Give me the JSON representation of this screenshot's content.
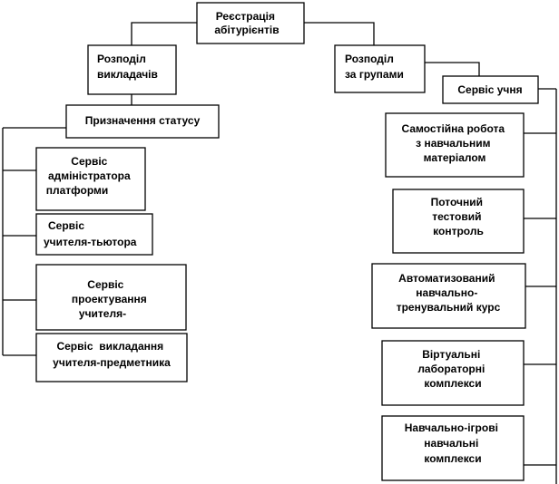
{
  "nodes": {
    "registration": [
      "Реєстрація",
      "абітурієнтів"
    ],
    "teacher_distribution": [
      "Розподіл",
      "викладачів"
    ],
    "group_distribution": [
      "Розподіл",
      "за групами"
    ],
    "student_service": [
      "Сервіс учня"
    ],
    "status_assignment": [
      "Призначення статусу"
    ],
    "admin_service": [
      "Сервіс",
      "адміністратора",
      "платформи"
    ],
    "tutor_service": [
      "Сервіс",
      "учителя-тьютора"
    ],
    "design_service": [
      "Сервіс",
      "проектування",
      "учителя-"
    ],
    "subject_teacher_service": [
      "Сервіс  викладання",
      "учителя-предметника"
    ],
    "self_study": [
      "Самостійна робота",
      "з навчальним",
      "матеріалом"
    ],
    "current_test": [
      "Поточний",
      "тестовий",
      "контроль"
    ],
    "auto_course": [
      "Автоматизований",
      "навчально-",
      "тренувальний курс"
    ],
    "virtual_labs": [
      "Віртуальні",
      "лабораторні",
      "комплекси"
    ],
    "game_complexes": [
      "Навчально-ігрові",
      "навчальні",
      "комплекси"
    ]
  }
}
